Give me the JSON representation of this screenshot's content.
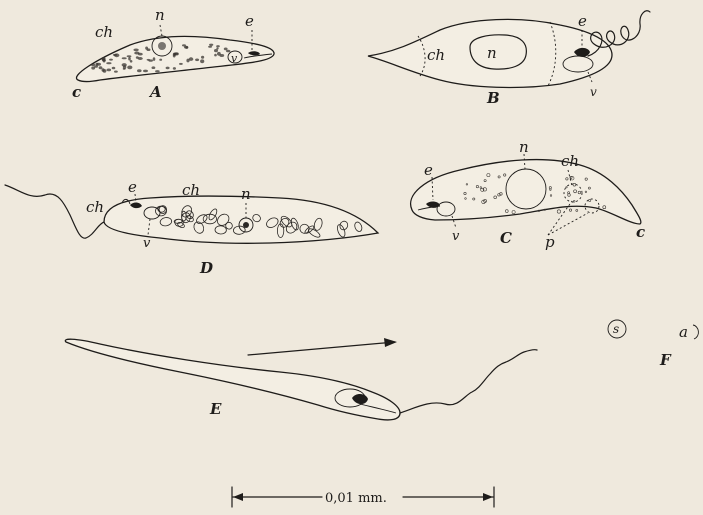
{
  "labels": {
    "a_ch": "ch",
    "a_n": "n",
    "a_e": "e",
    "a_v": "v",
    "a_c": "c",
    "a_cap": "A",
    "b_ch": "ch",
    "b_n": "n",
    "b_e": "e",
    "b_v": "v",
    "b_cap": "B",
    "c_e": "e",
    "c_v": "v",
    "c_n": "n",
    "c_ch": "ch",
    "c_p": "p",
    "c_c": "c",
    "c_cap": "C",
    "d_ch1": "ch",
    "d_e": "e",
    "d_ch2": "ch",
    "d_n": "n",
    "d_v": "v",
    "d_cap": "D",
    "e_cap": "E",
    "f_s": "s",
    "f_a": "a",
    "f_cap": "F"
  },
  "scale_bar": {
    "label": "0,01 mm."
  }
}
